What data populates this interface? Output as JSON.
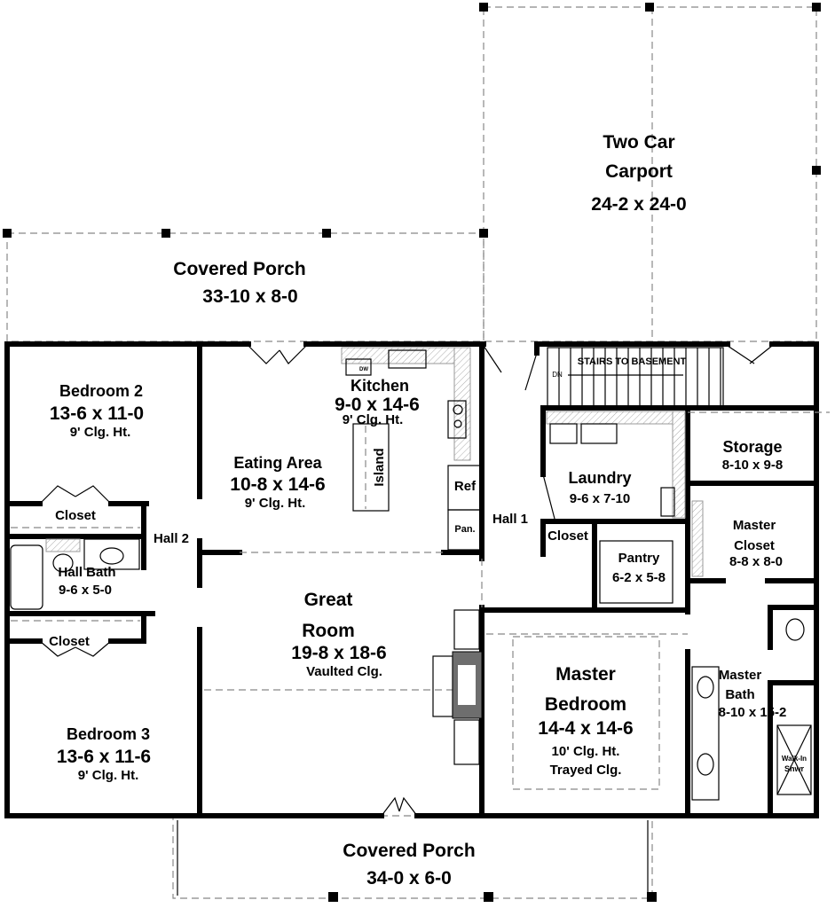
{
  "rooms": {
    "carport": {
      "name_1": "Two Car",
      "name_2": "Carport",
      "dims": "24-2 x 24-0"
    },
    "porch_rear": {
      "name": "Covered Porch",
      "dims": "33-10 x 8-0"
    },
    "porch_front": {
      "name": "Covered Porch",
      "dims": "34-0 x 6-0"
    },
    "bedroom2": {
      "name": "Bedroom 2",
      "dims": "13-6 x 11-0",
      "ceiling": "9' Clg. Ht."
    },
    "bedroom3": {
      "name": "Bedroom 3",
      "dims": "13-6 x 11-6",
      "ceiling": "9' Clg. Ht."
    },
    "closet1": {
      "name": "Closet"
    },
    "closet2": {
      "name": "Closet"
    },
    "closet3": {
      "name": "Closet"
    },
    "hall2": {
      "name": "Hall 2"
    },
    "hall_bath": {
      "name": "Hall Bath",
      "dims": "9-6 x 5-0"
    },
    "eating": {
      "name": "Eating Area",
      "dims": "10-8 x 14-6",
      "ceiling": "9' Clg. Ht."
    },
    "kitchen": {
      "name": "Kitchen",
      "dims": "9-0 x 14-6",
      "ceiling": "9' Clg. Ht.",
      "island": "Island",
      "ref": "Ref",
      "pantry": "Pan.",
      "dw": "DW"
    },
    "great_room": {
      "name_1": "Great",
      "name_2": "Room",
      "dims": "19-8 x 18-6",
      "ceiling": "Vaulted Clg."
    },
    "hall1": {
      "name": "Hall 1"
    },
    "stairs": {
      "label": "STAIRS TO BASEMENT",
      "dn": "DN"
    },
    "laundry": {
      "name": "Laundry",
      "dims": "9-6 x 7-10"
    },
    "pantry": {
      "name": "Pantry",
      "dims": "6-2 x 5-8"
    },
    "storage": {
      "name": "Storage",
      "dims": "8-10 x 9-8"
    },
    "master_closet": {
      "name_1": "Master",
      "name_2": "Closet",
      "dims": "8-8 x 8-0"
    },
    "master_bedroom": {
      "name_1": "Master",
      "name_2": "Bedroom",
      "dims": "14-4 x 14-6",
      "ceiling_1": "10' Clg. Ht.",
      "ceiling_2": "Trayed Clg."
    },
    "master_bath": {
      "name_1": "Master",
      "name_2": "Bath",
      "dims": "8-10 x 15-2"
    },
    "shower": {
      "name_1": "Walk-In",
      "name_2": "Shwr"
    }
  },
  "colors": {
    "wall": "#000000",
    "fireplace": "#6e6e6e",
    "dashed": "#888888"
  }
}
